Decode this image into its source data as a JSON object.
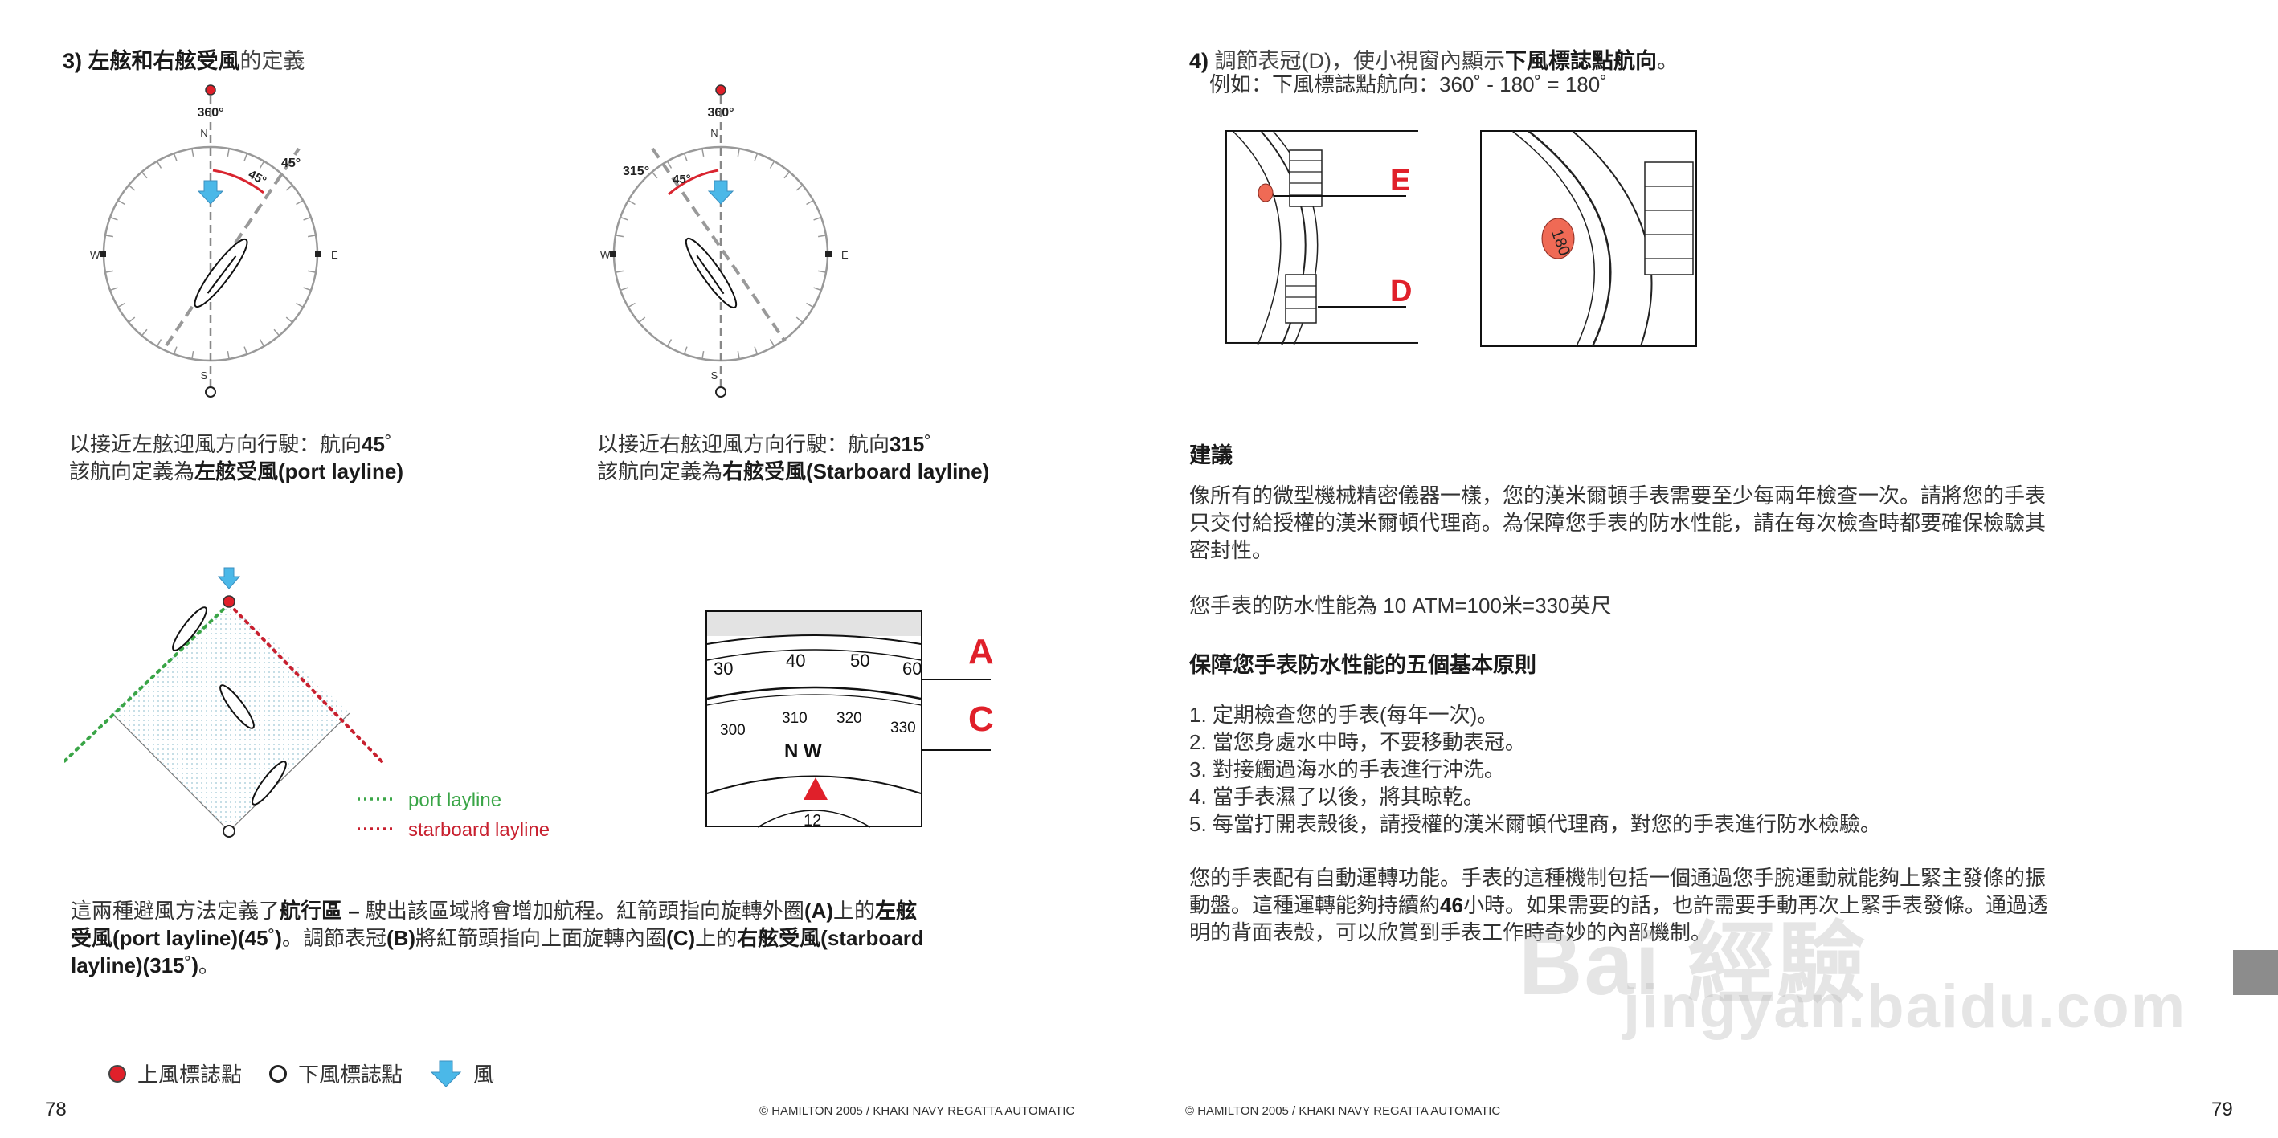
{
  "left_page": {
    "section3": {
      "number": "3)",
      "title_bold": "左舷和右舷受風",
      "title_light": "的定義"
    },
    "compass_left": {
      "top_label": "360°",
      "angle_label": "45°",
      "heading_label": "45°",
      "cardinals": {
        "n": "N",
        "s": "S",
        "e": "E",
        "w": "W"
      }
    },
    "compass_right": {
      "top_label": "360°",
      "angle_label": "45°",
      "heading_label": "315°",
      "cardinals": {
        "n": "N",
        "s": "S",
        "e": "E",
        "w": "W"
      }
    },
    "caption_left": {
      "line1_prefix": "以接近左舷迎風方向行駛：航向",
      "line1_value": "45",
      "line1_unit": "˚",
      "line2_prefix": "該航向定義為",
      "line2_bold": "左舷受風(port layline)"
    },
    "caption_right": {
      "line1_prefix": "以接近右舷迎風方向行駛：航向",
      "line1_value": "315",
      "line1_unit": "˚",
      "line2_prefix": "該航向定義為",
      "line2_bold": "右舷受風(Starboard layline)"
    },
    "layline_legend": {
      "port": "port layline",
      "starboard": "starboard layline",
      "port_color": "#3aa547",
      "starboard_color": "#c8202f"
    },
    "bezel_diagram": {
      "outer_ring": [
        "30",
        "40",
        "50",
        "60"
      ],
      "inner_ring": [
        "300",
        "310",
        "320",
        "330"
      ],
      "direction": "N W",
      "dial_number": "12",
      "label_a": "A",
      "label_c": "C"
    },
    "paragraph": {
      "l1_a": "這兩種避風方法定義了",
      "l1_b": "航行區 –",
      "l1_c": " 駛出該區域將會增加航程。紅箭頭指向旋轉外圈",
      "l1_d": "(A)",
      "l1_e": "上的",
      "l1_f": "左舷",
      "l2_a": "受風(port layline)(45",
      "l2_b": "˚",
      "l2_c": ")",
      "l2_d": "。調節表冠",
      "l2_e": "(B)",
      "l2_f": "將紅箭頭指向上面旋轉內圈",
      "l2_g": "(C)",
      "l2_h": "上的",
      "l2_i": "右舷受風(starboard",
      "l3_a": "layline)(315",
      "l3_b": "˚",
      "l3_c": ")",
      "l3_d": "。"
    },
    "legend": {
      "upwind": "上風標誌點",
      "downwind": "下風標誌點",
      "wind": "風"
    },
    "page_number": "78",
    "footer": "© HAMILTON 2005 / KHAKI NAVY REGATTA AUTOMATIC"
  },
  "right_page": {
    "section4": {
      "number": "4)",
      "title_light": " 調節表冠(D)，使小視窗內顯示",
      "title_bold": "下風標誌點航向",
      "title_end": "。",
      "example": "例如：下風標誌點航向：360˚ - 180˚  =  180˚"
    },
    "crown_diagram": {
      "label_e": "E",
      "label_d": "D",
      "window_value": "180"
    },
    "advice": {
      "heading": "建議",
      "p1": [
        "像所有的微型機械精密儀器一樣，您的漢米爾頓手表需要至少每兩年檢查一次。請將您的手表",
        "只交付給授權的漢米爾頓代理商。為保障您手表的防水性能，請在每次檢查時都要確保檢驗其",
        "密封性。"
      ],
      "water_resistance_prefix": "您手表的防水性能為 ",
      "water_resistance_value": "10 ATM=100",
      "water_resistance_mid": "米",
      "water_resistance_value2": "=330",
      "water_resistance_suffix": "英尺"
    },
    "principles": {
      "heading": "保障您手表防水性能的五個基本原則",
      "items": [
        {
          "num": "1.",
          "text": " 定期檢查您的手表(每年一次)。"
        },
        {
          "num": "2.",
          "text": " 當您身處水中時，不要移動表冠。"
        },
        {
          "num": "3.",
          "text": " 對接觸過海水的手表進行沖洗。"
        },
        {
          "num": "4.",
          "text": " 當手表濕了以後，將其晾乾。"
        },
        {
          "num": "5.",
          "text": " 每當打開表殼後，請授權的漢米爾頓代理商，對您的手表進行防水檢驗。"
        }
      ]
    },
    "automatic": {
      "l1": "您的手表配有自動運轉功能。手表的這種機制包括一個通過您手腕運動就能夠上緊主發條的振",
      "l2_a": "動盤。這種運轉能夠持續約",
      "l2_b": "46",
      "l2_c": "小時。如果需要的話，也許需要手動再次上緊手表發條。通過透",
      "l3": "明的背面表殼，可以欣賞到手表工作時奇妙的內部機制。"
    },
    "page_number": "79",
    "footer": "© HAMILTON 2005 / KHAKI NAVY REGATTA AUTOMATIC"
  },
  "watermark": {
    "line1": "Bai  經驗",
    "line2": "jingyan.baidu.com"
  },
  "colors": {
    "red_mark": "#e0202a",
    "wind_blue": "#4bb8e8",
    "tab_gray": "#8c8c8c"
  }
}
